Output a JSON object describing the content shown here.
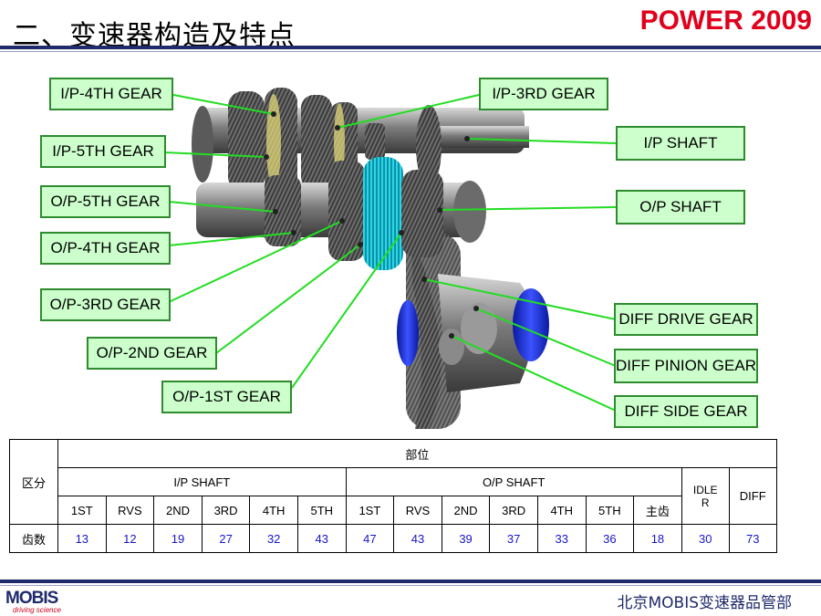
{
  "header": {
    "title": "二、变速器构造及特点",
    "brand": "POWER 2009"
  },
  "labels": {
    "ip4": "I/P-4TH GEAR",
    "ip3": "I/P-3RD GEAR",
    "ip5": "I/P-5TH GEAR",
    "ipshaft": "I/P SHAFT",
    "op5": "O/P-5TH GEAR",
    "opshaft": "O/P SHAFT",
    "op4": "O/P-4TH GEAR",
    "op3": "O/P-3RD GEAR",
    "diffdrive": "DIFF DRIVE GEAR",
    "op2": "O/P-2ND GEAR",
    "diffpinion": "DIFF PINION GEAR",
    "op1": "O/P-1ST GEAR",
    "diffside": "DIFF SIDE GEAR"
  },
  "table": {
    "col_header": "部位",
    "row_header": "区分",
    "row_label": "齿数",
    "groups": {
      "ip": "I/P SHAFT",
      "op": "O/P SHAFT",
      "idle": "IDLE R",
      "diff": "DIFF"
    },
    "subheaders": [
      "1ST",
      "RVS",
      "2ND",
      "3RD",
      "4TH",
      "5TH",
      "1ST",
      "RVS",
      "2ND",
      "3RD",
      "4TH",
      "5TH",
      "主齿"
    ],
    "values": [
      "13",
      "12",
      "19",
      "27",
      "32",
      "43",
      "47",
      "43",
      "39",
      "37",
      "33",
      "36",
      "18",
      "30",
      "73"
    ]
  },
  "footer": {
    "logo": "MOBIS",
    "logo_sub": "driving science",
    "dept": "北京MOBIS变速器品管部"
  },
  "colors": {
    "brand": "#e0001b",
    "rule": "#1f2a6b",
    "label_bg": "#ccffcc",
    "label_border": "#2e8b2e",
    "numbers": "#1515c8"
  }
}
